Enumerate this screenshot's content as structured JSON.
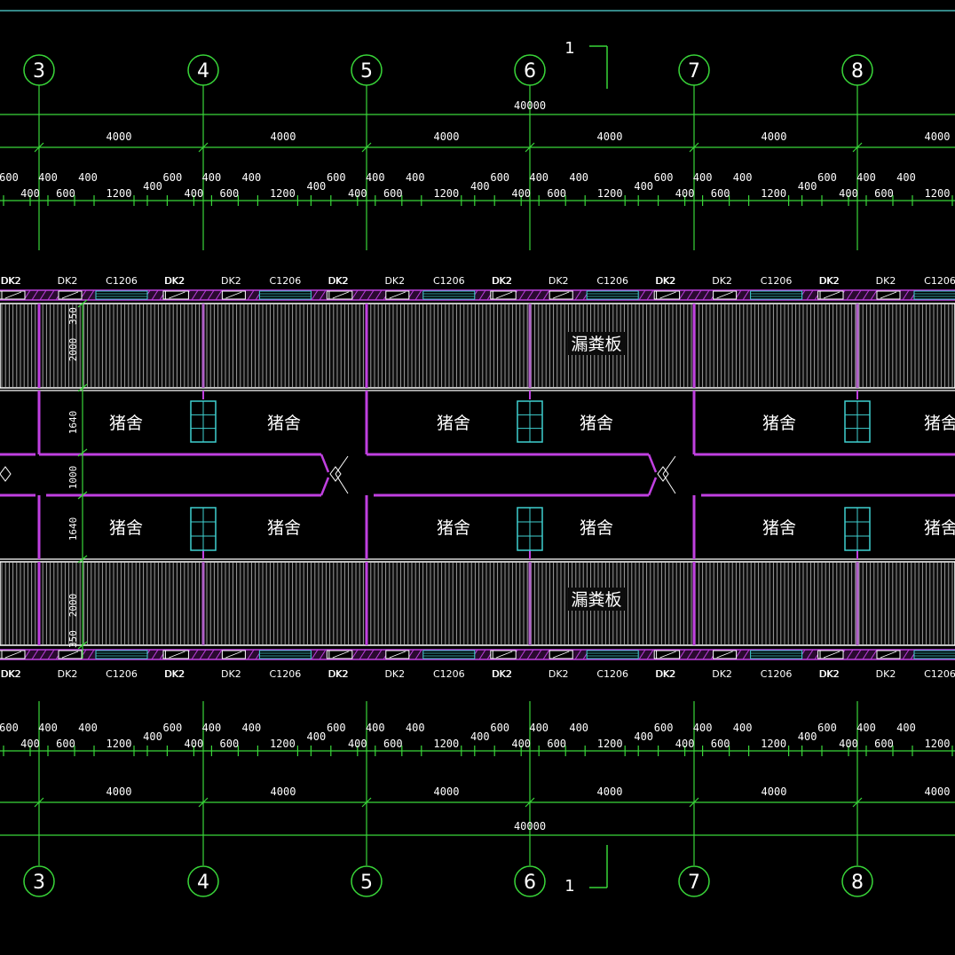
{
  "colors": {
    "background": "#000000",
    "axis_line": "#39d639",
    "dimension_text": "#ffffff",
    "wall": "#c040e0",
    "window": "#3fd0d0",
    "slat": "#a8a8a8",
    "frame_border": "#46b4b4"
  },
  "axes": [
    "3",
    "4",
    "5",
    "6",
    "7",
    "8"
  ],
  "section_mark": "1",
  "dims": {
    "total": "40000",
    "bay": "4000",
    "row_upper": [
      "600",
      "400",
      "400"
    ],
    "row_lower": [
      "400",
      "600",
      "1200"
    ],
    "gap": "400"
  },
  "vertical_dims": {
    "top_edge": "350",
    "slat_depth": "2000",
    "pen_depth": "1640",
    "aisle": "1000",
    "bottom_edge": "350"
  },
  "openings": {
    "door": "DK2",
    "window": "C1206"
  },
  "rooms": {
    "pen": "猪舍",
    "slatted_floor": "漏粪板"
  }
}
